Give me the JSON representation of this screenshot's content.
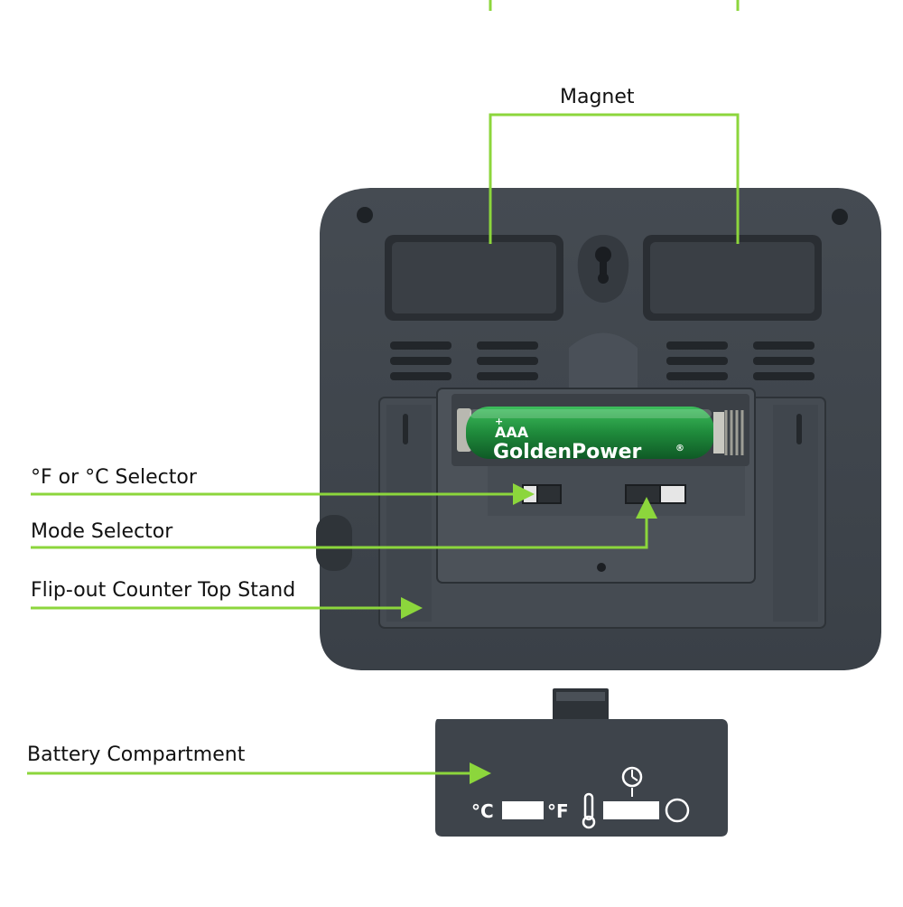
{
  "callouts": {
    "magnet": "Magnet",
    "f_or_c_selector": "°F or °C Selector",
    "mode_selector": "Mode Selector",
    "stand": "Flip-out Counter Top Stand",
    "battery_compartment": "Battery Compartment"
  },
  "battery": {
    "size": "AAA",
    "plus": "+",
    "brand": "GoldenPower",
    "registered": "®"
  },
  "cover": {
    "celsius": "°C",
    "fahrenheit": "°F"
  },
  "colors": {
    "callout_line": "#8cd63c",
    "device_body": "#3e444b",
    "device_panel": "#4a5058",
    "magnet": "#2f3338",
    "battery_green": "#2fa84f"
  }
}
